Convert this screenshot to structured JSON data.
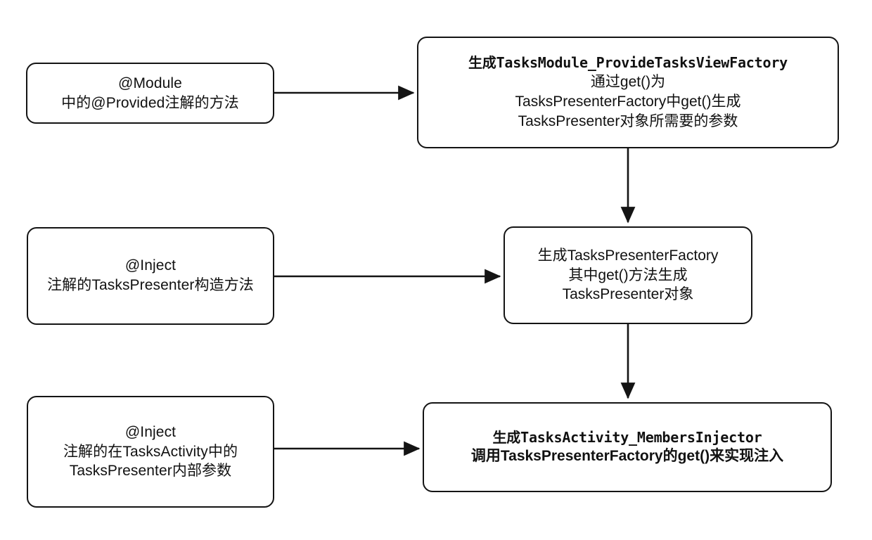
{
  "diagram": {
    "title": "Dagger generated-class flow",
    "background": "#ffffff",
    "stroke": "#141414",
    "nodes": {
      "module_method": {
        "lines": [
          "@Module",
          "中的@Provided注解的方法"
        ]
      },
      "inject_constructor": {
        "lines": [
          "@Inject",
          "注解的TasksPresenter构造方法"
        ]
      },
      "inject_field": {
        "lines": [
          "@Inject",
          "注解的在TasksActivity中的",
          "TasksPresenter内部参数"
        ]
      },
      "provide_tasks_view_factory": {
        "lines": [
          "生成TasksModule_ProvideTasksViewFactory",
          "通过get()为",
          "TasksPresenterFactory中get()生成",
          "TasksPresenter对象所需要的参数"
        ],
        "mono_prefix": "生成",
        "mono_name": "TasksModule_ProvideTasksViewFactory"
      },
      "tasks_presenter_factory": {
        "lines": [
          "生成TasksPresenterFactory",
          "其中get()方法生成",
          "TasksPresenter对象"
        ]
      },
      "members_injector": {
        "lines": [
          "生成TasksActivity_MembersInjector",
          "调用TasksPresenterFactory的get()来实现注入"
        ],
        "mono_prefix": "生成",
        "mono_name": "TasksActivity_MembersInjector"
      }
    },
    "edges": [
      {
        "name": "module-to-provide-view",
        "from": "module_method",
        "to": "provide_tasks_view_factory",
        "direction": "right"
      },
      {
        "name": "provide-view-to-factory",
        "from": "provide_tasks_view_factory",
        "to": "tasks_presenter_factory",
        "direction": "down"
      },
      {
        "name": "inject-ctor-to-factory",
        "from": "inject_constructor",
        "to": "tasks_presenter_factory",
        "direction": "right"
      },
      {
        "name": "factory-to-members-injector",
        "from": "tasks_presenter_factory",
        "to": "members_injector",
        "direction": "down"
      },
      {
        "name": "inject-field-to-members-injector",
        "from": "inject_field",
        "to": "members_injector",
        "direction": "right"
      }
    ]
  }
}
